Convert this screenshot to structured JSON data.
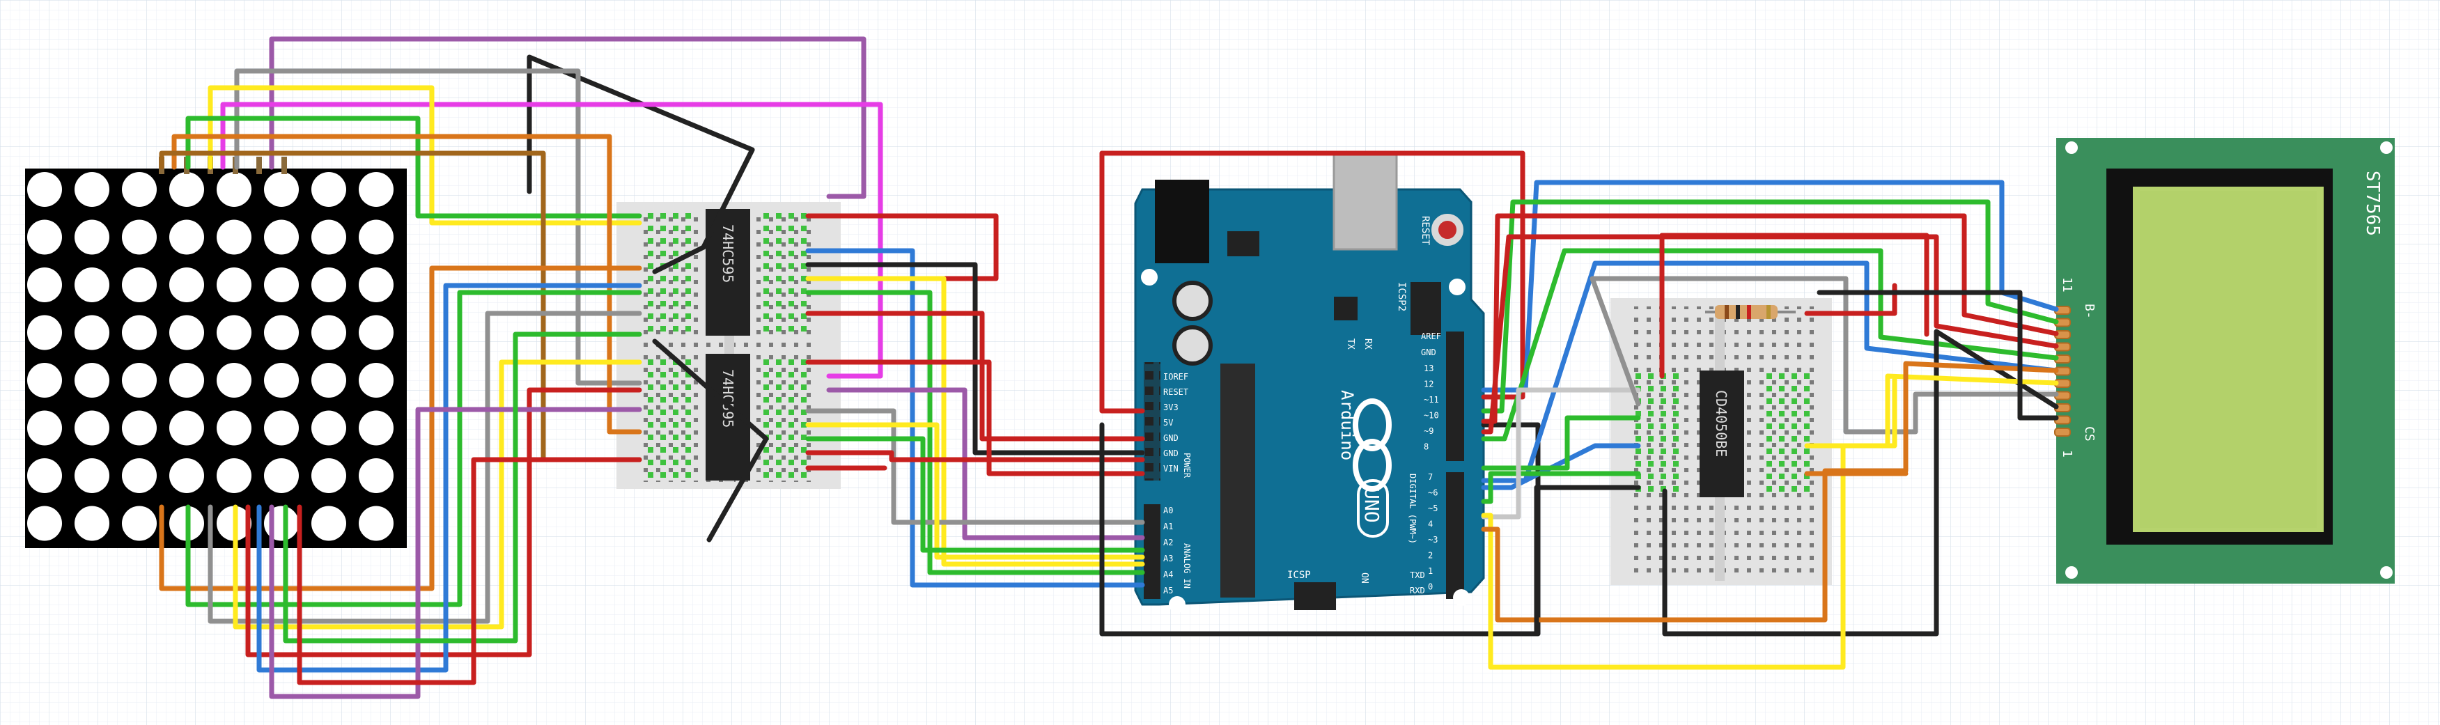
{
  "labels": {
    "shift_register_top": "74HC595",
    "shift_register_bottom": "74HC595",
    "buffer_ic": "CD4050BE",
    "arduino_brand": "Arduino",
    "arduino_model": "UNO",
    "lcd_model": "ST7565",
    "lcd_pin_11": "11",
    "lcd_pin_1": "1",
    "lcd_pin_bminus": "B-",
    "lcd_pin_cs": "CS",
    "reset_label": "RESET",
    "icsp2_label": "ICSP2",
    "icsp_label": "ICSP",
    "on_label": "ON",
    "tx_label": "TX",
    "rx_label": "RX",
    "power_label": "POWER",
    "analog_label": "ANALOG IN",
    "digital_label": "DIGITAL (PWM~)",
    "aref_label": "AREF",
    "gnd_label": "GND",
    "txd_label": "TXD",
    "rxd_label": "RXD",
    "power_pins": [
      "IOREF",
      "RESET",
      "3V3",
      "5V",
      "GND",
      "GND",
      "VIN"
    ],
    "analog_pins": [
      "A0",
      "A1",
      "A2",
      "A3",
      "A4",
      "A5"
    ],
    "digital_pins_top": [
      "13",
      "12",
      "~11",
      "~10",
      "~9",
      "8"
    ],
    "digital_pins_bottom": [
      "7",
      "~6",
      "~5",
      "4",
      "~3",
      "2",
      "1",
      "0"
    ]
  },
  "colors": {
    "background": "#ffffff",
    "grid": "#dfe8f1",
    "arduino_board": "#0f6f94",
    "lcd_board": "#3a8f5c",
    "lcd_screen": "#b6d36d",
    "breadboard": "#e3e3e3",
    "matrix_body": "#000000",
    "wire_red": "#c8201f",
    "wire_black": "#222222",
    "wire_blue": "#2f7ad6",
    "wire_green": "#2dbb2d",
    "wire_yellow": "#ffea1f",
    "wire_orange": "#d9751a",
    "wire_gray": "#909090",
    "wire_purple": "#9c59a8",
    "wire_magenta": "#e63de6",
    "wire_brown": "#a1661c",
    "wire_lightgray": "#c6c6c6"
  }
}
